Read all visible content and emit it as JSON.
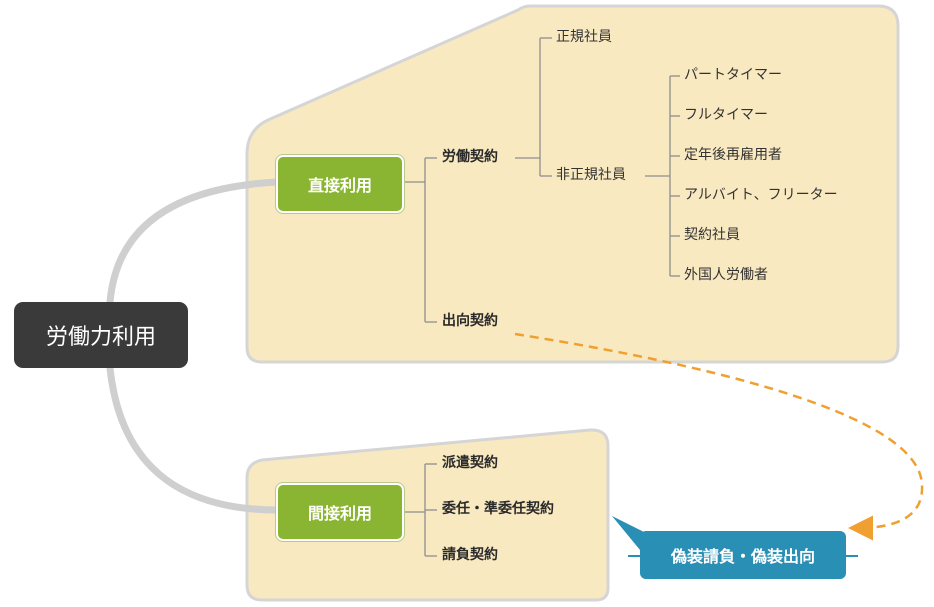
{
  "root": {
    "label": "労働力利用"
  },
  "direct": {
    "label": "直接利用",
    "labor_contract": "労働契約",
    "regular": "正規社員",
    "non_regular": "非正規社員",
    "non_regular_items": [
      "パートタイマー",
      "フルタイマー",
      "定年後再雇用者",
      "アルバイト、フリーター",
      "契約社員",
      "外国人労働者"
    ],
    "secondment": "出向契約"
  },
  "indirect": {
    "label": "間接利用",
    "items": [
      "派遣契約",
      "委任・準委任契約",
      "請負契約"
    ]
  },
  "callout": {
    "label": "偽装請負・偽装出向"
  },
  "colors": {
    "root": "#3a3a3a",
    "category": "#8ab532",
    "panel_fill": "#f8e9c0",
    "panel_border": "#d5d5d5",
    "connector": "#cfcfcf",
    "callout": "#2a8fb4",
    "arrow": "#f0a030"
  }
}
